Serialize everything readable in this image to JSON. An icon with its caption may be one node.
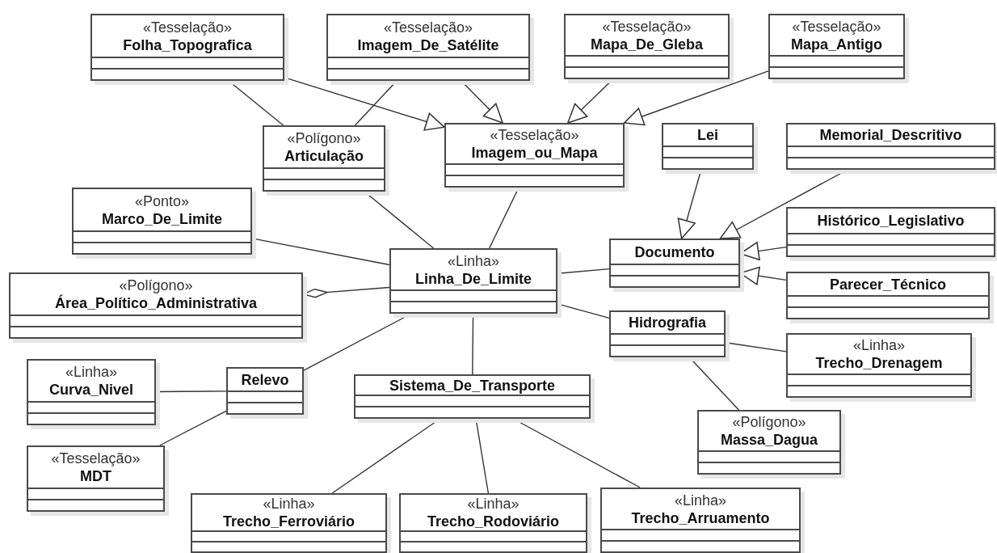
{
  "diagram": {
    "nodes": [
      {
        "text": [
          "«Tesselação»",
          "Folha_Topografica"
        ]
      },
      {
        "text": [
          "«Tesselação»",
          "Imagem_De_Satélite"
        ]
      },
      {
        "text": [
          "«Tesselação»",
          "Mapa_De_Gleba"
        ]
      },
      {
        "text": [
          "«Tesselação»",
          "Mapa_Antigo"
        ]
      },
      {
        "text": [
          "«Polígono»",
          "Articulação"
        ]
      },
      {
        "text": [
          "«Tesselação»",
          "Imagem_ou_Mapa"
        ]
      },
      {
        "text": [
          "Lei"
        ]
      },
      {
        "text": [
          "Memorial_Descritivo"
        ]
      },
      {
        "text": [
          "«Ponto»",
          "Marco_De_Limite"
        ]
      },
      {
        "text": [
          "«Linha»",
          "Linha_De_Limite"
        ]
      },
      {
        "text": [
          "Documento"
        ]
      },
      {
        "text": [
          "Histórico_Legislativo"
        ]
      },
      {
        "text": [
          "«Polígono»",
          "Área_Político_Administrativa"
        ]
      },
      {
        "text": [
          "Parecer_Técnico"
        ]
      },
      {
        "text": [
          "Hidrografia"
        ]
      },
      {
        "text": [
          "«Linha»",
          "Curva_Nivel"
        ]
      },
      {
        "text": [
          "Relevo"
        ]
      },
      {
        "text": [
          "Sistema_De_Transporte"
        ]
      },
      {
        "text": [
          "«Linha»",
          "Trecho_Drenagem"
        ]
      },
      {
        "text": [
          "«Tesselação»",
          "MDT"
        ]
      },
      {
        "text": [
          "«Polígono»",
          "Massa_Dagua"
        ]
      },
      {
        "text": [
          "«Linha»",
          "Trecho_Ferroviário"
        ]
      },
      {
        "text": [
          "«Linha»",
          "Trecho_Rodoviário"
        ]
      },
      {
        "text": [
          "«Linha»",
          "Trecho_Arruamento"
        ]
      }
    ],
    "edges": [
      {
        "from": 0,
        "to": 5,
        "arrow": "to"
      },
      {
        "from": 0,
        "to": 4,
        "arrow": "none"
      },
      {
        "from": 1,
        "to": 4,
        "arrow": "none"
      },
      {
        "from": 1,
        "to": 5,
        "arrow": "to"
      },
      {
        "from": 2,
        "to": 5,
        "arrow": "to"
      },
      {
        "from": 3,
        "to": 5,
        "arrow": "to"
      },
      {
        "from": 4,
        "to": 9,
        "arrow": "none"
      },
      {
        "from": 5,
        "to": 9,
        "arrow": "none"
      },
      {
        "from": 6,
        "to": 10,
        "arrow": "to"
      },
      {
        "from": 7,
        "to": 10,
        "arrow": "to"
      },
      {
        "from": 8,
        "to": 9,
        "arrow": "none"
      },
      {
        "from": 9,
        "to": 10,
        "arrow": "none"
      },
      {
        "from": 11,
        "to": 10,
        "arrow": "to"
      },
      {
        "from": 12,
        "to": 9,
        "arrow": "other"
      },
      {
        "from": 13,
        "to": 10,
        "arrow": "to"
      },
      {
        "from": 9,
        "to": 14,
        "arrow": "none"
      },
      {
        "from": 9,
        "to": 16,
        "arrow": "none"
      },
      {
        "from": 9,
        "to": 17,
        "arrow": "none"
      },
      {
        "from": 15,
        "to": 16,
        "arrow": "none"
      },
      {
        "from": 19,
        "to": 16,
        "arrow": "none"
      },
      {
        "from": 14,
        "to": 18,
        "arrow": "none"
      },
      {
        "from": 14,
        "to": 20,
        "arrow": "none"
      },
      {
        "from": 17,
        "to": 21,
        "arrow": "none"
      },
      {
        "from": 17,
        "to": 22,
        "arrow": "none"
      },
      {
        "from": 17,
        "to": 23,
        "arrow": "none"
      }
    ]
  }
}
